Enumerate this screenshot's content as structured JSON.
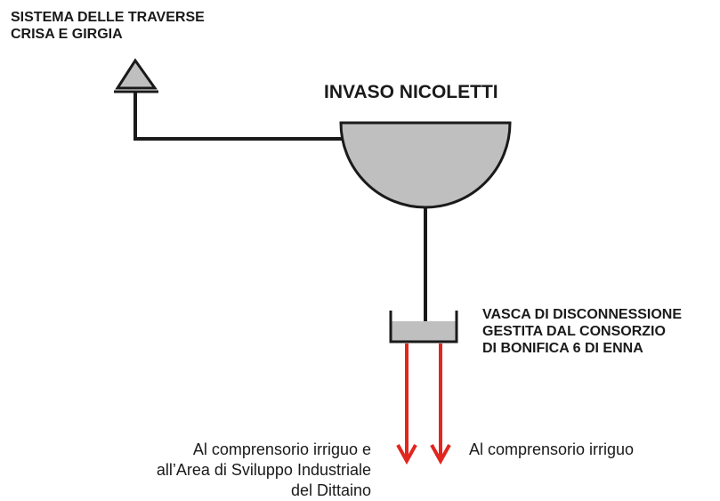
{
  "diagram": {
    "nodes": {
      "traverse": {
        "label_lines": [
          "SISTEMA DELLE TRAVERSE",
          "CRISA E GIRGIA"
        ]
      },
      "invaso": {
        "label": "INVASO NICOLETTI"
      },
      "vasca": {
        "label_lines": [
          "VASCA DI DISCONNESSIONE",
          "GESTITA DAL CONSORZIO",
          "DI BONIFICA 6 DI ENNA"
        ]
      }
    },
    "outflows": {
      "left": {
        "label_lines": [
          "Al comprensorio irriguo e",
          "all’Area di Sviluppo Industriale",
          "del Dittaino"
        ]
      },
      "right": {
        "label": "Al comprensorio irriguo"
      }
    },
    "edges": [
      {
        "from": "traverse",
        "to": "invaso"
      },
      {
        "from": "invaso",
        "to": "vasca"
      },
      {
        "from": "vasca",
        "to": "left"
      },
      {
        "from": "vasca",
        "to": "right"
      }
    ],
    "colors": {
      "connector": "#1a1a1a",
      "fill": "#bfbfbf",
      "outflow_arrow": "#e0261f"
    }
  }
}
